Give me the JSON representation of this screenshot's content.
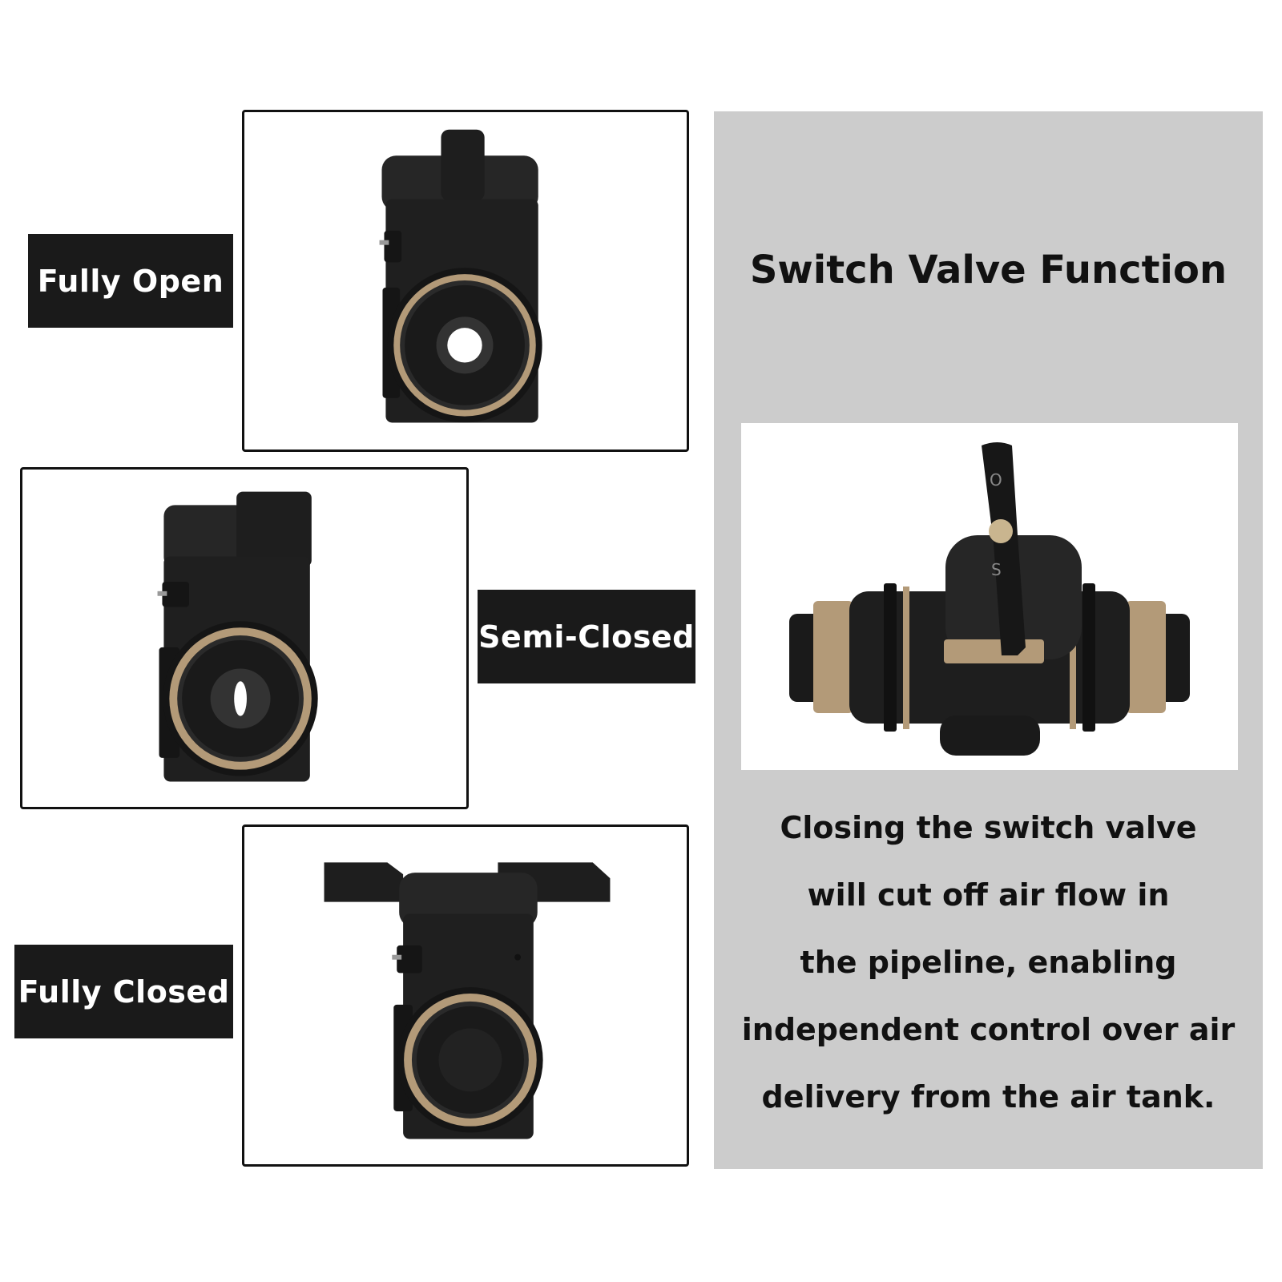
{
  "states": [
    {
      "label": "Fully Open"
    },
    {
      "label": "Semi-Closed"
    },
    {
      "label": "Fully Closed"
    }
  ],
  "panel": {
    "title": "Switch Valve Function",
    "description_lines": [
      "Closing the switch valve",
      "will cut off air flow in",
      "the pipeline, enabling",
      "independent control over air",
      "delivery from the air tank."
    ],
    "handle_markings": [
      "O",
      "S"
    ]
  },
  "colors": {
    "panel_bg": "#cccccc",
    "label_bg": "#1a1a1a",
    "label_text": "#ffffff",
    "valve_body": "#1e1e1e",
    "brass_ring": "#b39a78"
  },
  "icons": {
    "fully_open": "valve-fully-open-image",
    "semi_closed": "valve-semi-closed-image",
    "fully_closed": "valve-fully-closed-image",
    "product": "valve-product-image"
  }
}
